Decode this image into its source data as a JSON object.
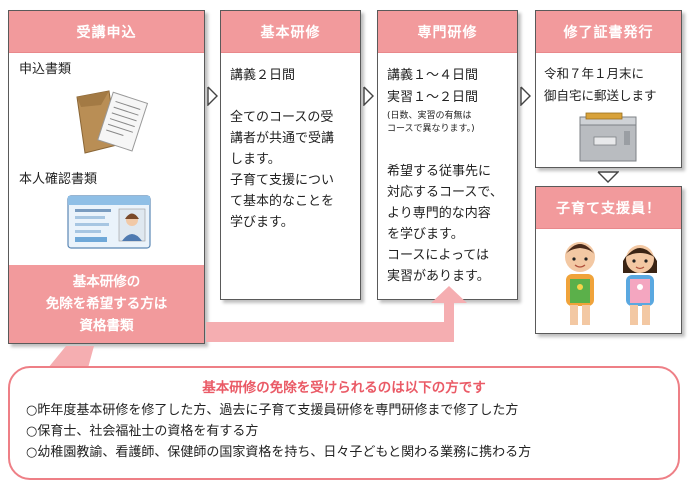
{
  "steps": {
    "s1": {
      "header": "受講申込",
      "label1": "申込書類",
      "label2": "本人確認書類",
      "panel_lines": [
        "基本研修の",
        "免除を希望する方は",
        "資格書類"
      ]
    },
    "s2": {
      "header": "基本研修",
      "line1": "講義２日間",
      "desc": [
        "全てのコースの受",
        "講者が共通で受講",
        "します。",
        "子育て支援につい",
        "て基本的なことを",
        "学びます。"
      ]
    },
    "s3": {
      "header": "専門研修",
      "line1": "講義１～４日間",
      "line2": "実習１～２日間",
      "note": [
        "(日数、実習の有無は",
        "コースで異なります。)"
      ],
      "desc": [
        "希望する従事先に",
        "対応するコースで、",
        "より専門的な内容",
        "を学びます。",
        "コースによっては",
        "実習があります。"
      ]
    },
    "s4": {
      "header": "修了証書発行",
      "line1": "令和７年１月末に",
      "line2": "御自宅に郵送します"
    },
    "s5": {
      "header": "子育て支援員！"
    }
  },
  "exemption": {
    "title": "基本研修の免除を受けられるのは以下の方です",
    "items": [
      "○昨年度基本研修を修了した方、過去に子育て支援員研修を専門研修まで修了した方",
      "○保育士、社会福祉士の資格を有する方",
      "○幼稚園教諭、看護師、保健師の国家資格を持ち、日々子どもと関わる業務に携わる方"
    ]
  },
  "colors": {
    "accent": "#f29a9c",
    "accent_text": "#ea5a66",
    "border_pink": "#ee7f86"
  }
}
